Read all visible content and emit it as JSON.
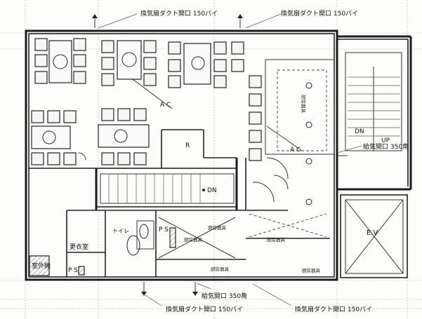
{
  "labels": {
    "vent_top_left": "換気扇ダクト開口 150パイ",
    "vent_top_right": "換気扇ダクト開口 150パイ",
    "supply_right": "給気開口 350角",
    "supply_bottom": "給気開口 350角",
    "vent_bottom_left": "換気扇ダクト開口 150パイ",
    "vent_bottom_right": "換気扇ダクト開口 150パイ",
    "ac_1": "A C",
    "ac_2": "A C",
    "refrigerator": "R",
    "dn_center": "DN",
    "dn_stairs": "DN",
    "up_stairs": "UP",
    "ev": "E V",
    "toilet": "トイレ",
    "ps_1": "P S",
    "ps_2": "P S",
    "changing_room": "更衣室",
    "outdoor_unit": "室外機",
    "kitchen_1": "厨房器具",
    "kitchen_2": "厨房器具",
    "kitchen_3": "厨房器具",
    "kitchen_4": "厨房器具",
    "kitchen_5": "厨房器具",
    "kitchen_6": "厨房器具"
  }
}
